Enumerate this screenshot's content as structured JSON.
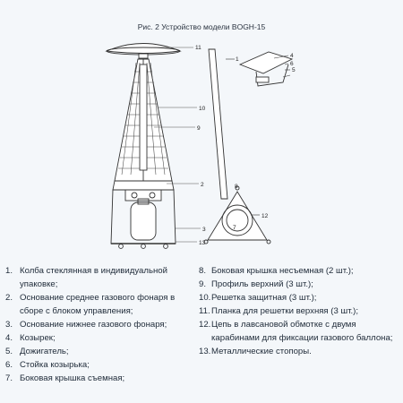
{
  "caption": "Рис. 2 Устройство модели BOGH-15",
  "callouts": {
    "main": [
      "11",
      "10",
      "9",
      "2",
      "3",
      "13"
    ],
    "hood": [
      "1",
      "4",
      "6",
      "5"
    ],
    "base": [
      "8",
      "12",
      "7"
    ]
  },
  "legend_left": [
    {
      "num": "1.",
      "text": "Колба стеклянная в индивидуальной упаковке;"
    },
    {
      "num": "2.",
      "text": "Основание среднее газового фонаря в сборе с блоком управления;"
    },
    {
      "num": "3.",
      "text": "Основание нижнее газового фонаря;"
    },
    {
      "num": "4.",
      "text": "Козырек;"
    },
    {
      "num": "5.",
      "text": "Дожигатель;"
    },
    {
      "num": "6.",
      "text": "Стойка козырька;"
    },
    {
      "num": "7.",
      "text": "Боковая крышка съемная;"
    }
  ],
  "legend_right": [
    {
      "num": "8.",
      "text": "Боковая крышка несъемная (2 шт.);"
    },
    {
      "num": "9.",
      "text": "Профиль верхний (3 шт.);"
    },
    {
      "num": "10.",
      "text": "Решетка защитная (3 шт.);"
    },
    {
      "num": "11.",
      "text": "Планка для решетки верхняя (3 шт.);"
    },
    {
      "num": "12.",
      "text": "Цепь в лавсановой обмотке с двумя карабинами для фиксации газового баллона;"
    },
    {
      "num": "13.",
      "text": "Металлические стопоры."
    }
  ]
}
